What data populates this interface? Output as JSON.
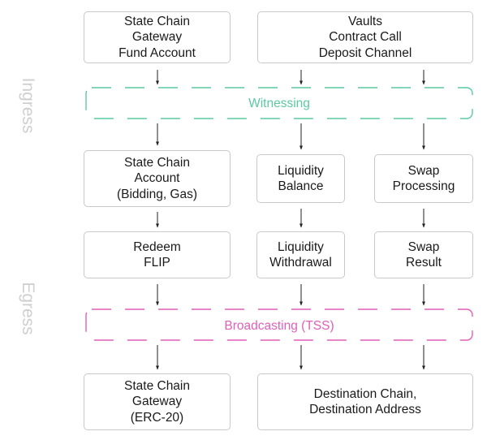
{
  "side_labels": {
    "ingress": "Ingress",
    "egress": "Egress"
  },
  "bands": {
    "witnessing": {
      "label": "Witnessing",
      "color": "#5cc9a0"
    },
    "broadcasting": {
      "label": "Broadcasting (TSS)",
      "color": "#e05fb8"
    }
  },
  "boxes": {
    "sc_gateway_fund": [
      "State Chain",
      "Gateway",
      "Fund Account"
    ],
    "vaults": [
      "Vaults",
      "Contract Call",
      "Deposit Channel"
    ],
    "sc_account": [
      "State Chain",
      "Account",
      "(Bidding, Gas)"
    ],
    "liquidity_balance": [
      "Liquidity",
      "Balance"
    ],
    "swap_processing": [
      "Swap",
      "Processing"
    ],
    "redeem_flip": [
      "Redeem",
      "FLIP"
    ],
    "liquidity_withdrawal": [
      "Liquidity",
      "Withdrawal"
    ],
    "swap_result": [
      "Swap",
      "Result"
    ],
    "sc_gateway_erc20": [
      "State Chain",
      "Gateway",
      "(ERC-20)"
    ],
    "destination": [
      "Destination Chain,",
      "Destination Address"
    ]
  },
  "colors": {
    "box_border": "#c9c9c9",
    "arrow": "#222222",
    "side_text": "#cfcfcf"
  }
}
